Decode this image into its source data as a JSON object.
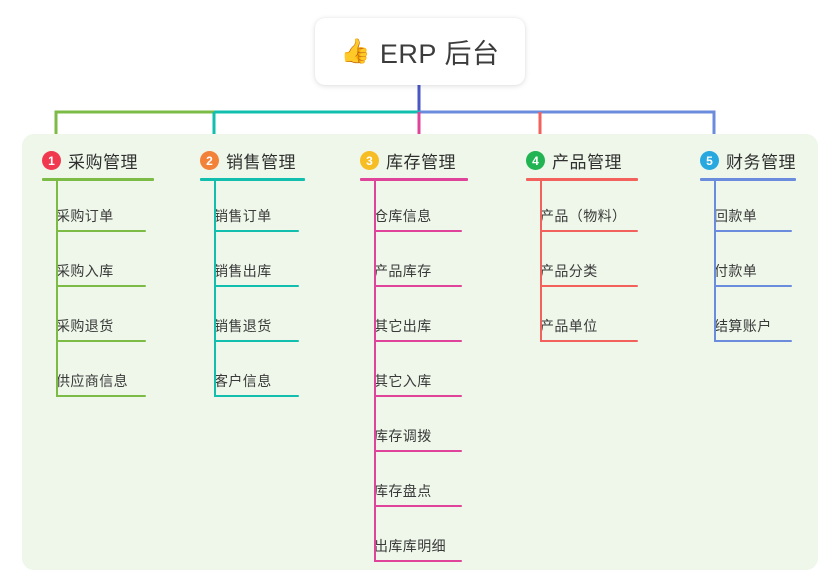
{
  "root": {
    "icon": "thumbs-up-emoji",
    "emoji": "👍",
    "label": "ERP 后台"
  },
  "palette": {
    "panel_bg": "#eef7e9",
    "page_bg": "#ffffff",
    "root_stem": "#4a57c4",
    "text": "#3a3a3a"
  },
  "columns": [
    {
      "index": "1",
      "title": "采购管理",
      "badge_color": "#f0394f",
      "line_color": "#7cbb46",
      "items": [
        "采购订单",
        "采购入库",
        "采购退货",
        "供应商信息"
      ]
    },
    {
      "index": "2",
      "title": "销售管理",
      "badge_color": "#f2823a",
      "line_color": "#12bfae",
      "items": [
        "销售订单",
        "销售出库",
        "销售退货",
        "客户信息"
      ]
    },
    {
      "index": "3",
      "title": "库存管理",
      "badge_color": "#f6bd24",
      "line_color": "#e0439a",
      "items": [
        "仓库信息",
        "产品库存",
        "其它出库",
        "其它入库",
        "库存调拨",
        "库存盘点",
        "出库库明细"
      ]
    },
    {
      "index": "4",
      "title": "产品管理",
      "badge_color": "#22b352",
      "line_color": "#f2615c",
      "items": [
        "产品（物料）",
        "产品分类",
        "产品单位"
      ]
    },
    {
      "index": "5",
      "title": "财务管理",
      "badge_color": "#29a8e0",
      "line_color": "#6b8bdc",
      "items": [
        "回款单",
        "付款单",
        "结算账户"
      ]
    }
  ]
}
